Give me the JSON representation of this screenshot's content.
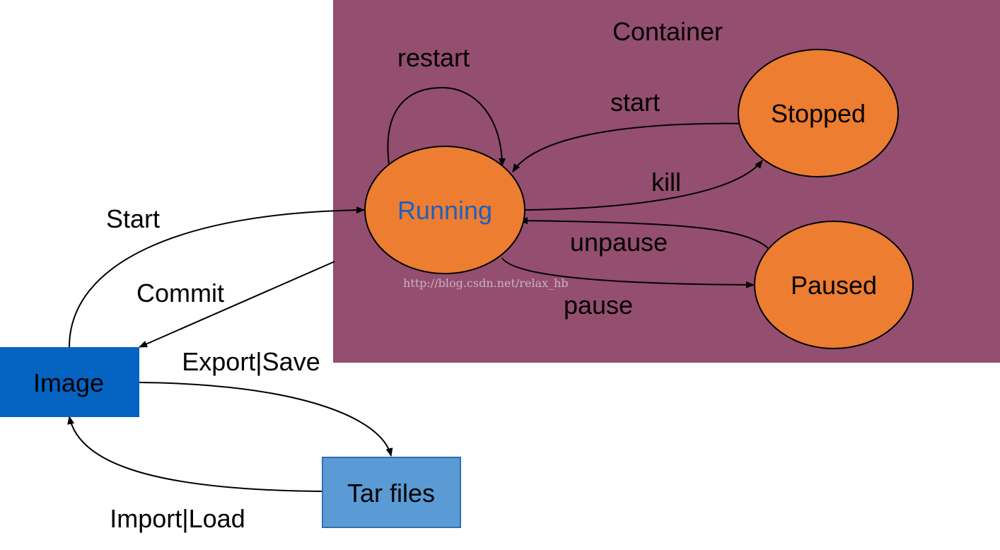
{
  "container": {
    "title": "Container",
    "color": "#944E70"
  },
  "states": {
    "running": {
      "label": "Running",
      "label_color": "#1F5FBF"
    },
    "stopped": {
      "label": "Stopped"
    },
    "paused": {
      "label": "Paused"
    },
    "fill": "#ED7D31"
  },
  "boxes": {
    "image": {
      "label": "Image",
      "fill": "#0563C1"
    },
    "tar": {
      "label": "Tar files",
      "fill": "#5B9BD5"
    }
  },
  "transitions": {
    "restart": "restart",
    "start_container": "start",
    "kill": "kill",
    "unpause": "unpause",
    "pause": "pause",
    "start": "Start",
    "commit": "Commit",
    "export_save": "Export|Save",
    "import_load": "Import|Load"
  },
  "watermark": {
    "text": "http://blog.csdn.net/relax_hb",
    "color": "#C9B3BF"
  }
}
